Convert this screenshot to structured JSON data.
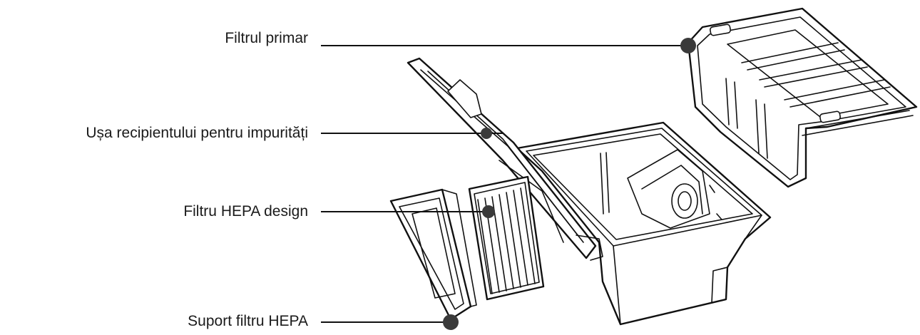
{
  "labels": {
    "primary_filter": "Filtrul primar",
    "bin_door": "Ușa recipientului pentru impurități",
    "hepa_filter": "Filtru HEPA design",
    "hepa_holder": "Suport filtru HEPA"
  },
  "colors": {
    "line": "#111111",
    "dot": "#3a3a3a",
    "text": "#1a1a1a",
    "background": "#ffffff"
  }
}
